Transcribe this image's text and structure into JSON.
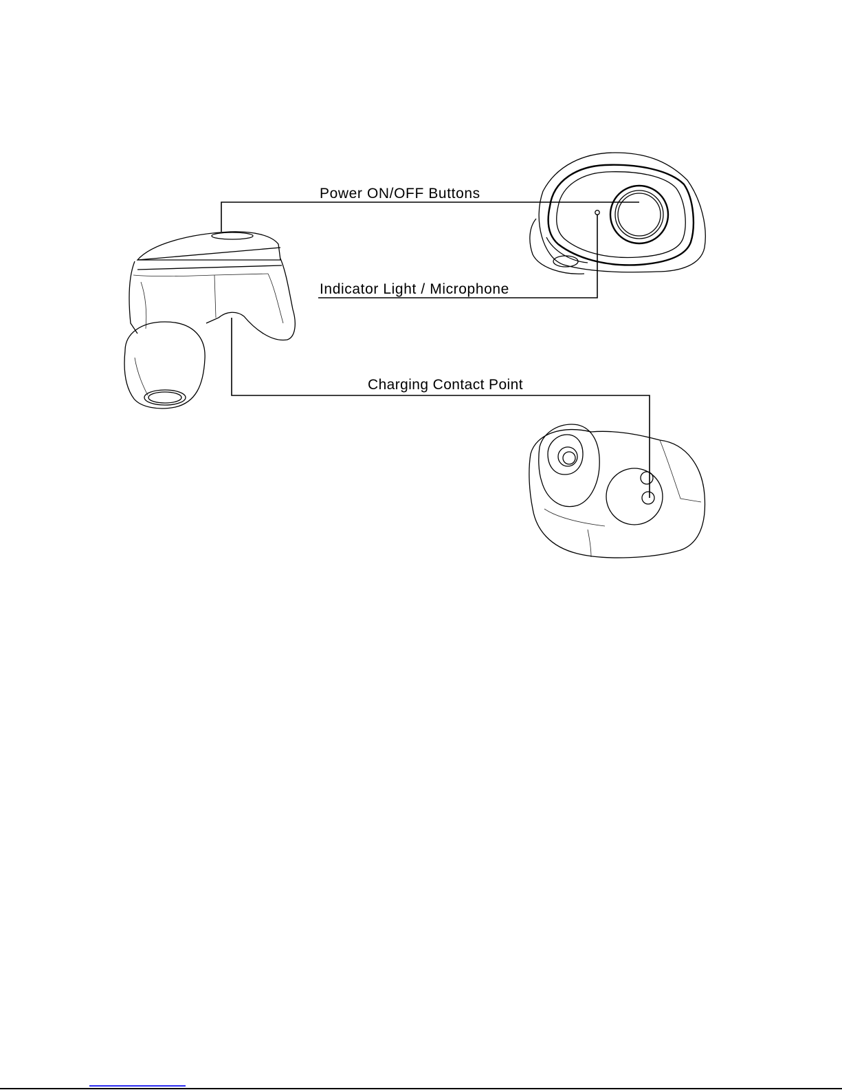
{
  "labels": {
    "power": "Power  ON/OFF Buttons",
    "indicator": "Indicator  Light  / Microphone",
    "charging": "Charging Contact Point"
  },
  "colors": {
    "line": "#000000",
    "background": "#ffffff",
    "link_underline": "#2a2af0"
  }
}
